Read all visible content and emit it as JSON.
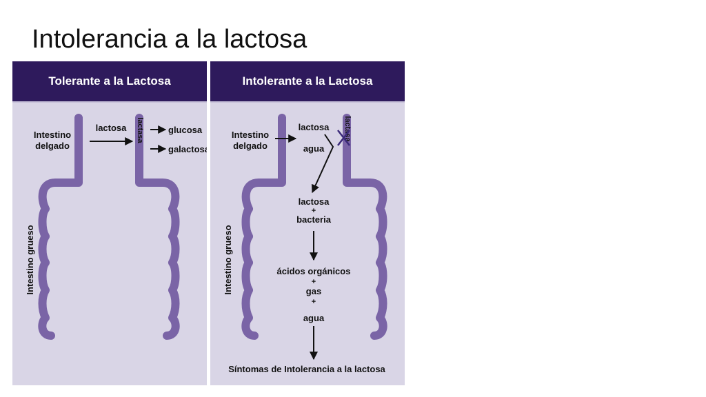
{
  "slide": {
    "title": "Intolerancia a la lactosa"
  },
  "colors": {
    "header_bg": "#2e1a5c",
    "panel_bg": "#d9d5e6",
    "intestine_wall": "#7a64a6",
    "arrow": "#111111",
    "cross": "#3b2a7a"
  },
  "left_panel": {
    "header": "Tolerante a la Lactosa",
    "small_intestine_label_1": "Intestino",
    "small_intestine_label_2": "delgado",
    "large_intestine_label": "Intestino grueso",
    "input": "lactosa",
    "enzyme": "lactasa",
    "product_1": "glucosa",
    "product_2": "galactosa"
  },
  "right_panel": {
    "header": "Intolerante a la Lactosa",
    "small_intestine_label_1": "Intestino",
    "small_intestine_label_2": "delgado",
    "large_intestine_label": "Intestino grueso",
    "input_1": "lactosa",
    "input_2": "agua",
    "enzyme": "lactasa",
    "step1_a": "lactosa",
    "step1_plus": "+",
    "step1_b": "bacteria",
    "step2_a": "ácidos orgánicos",
    "step2_plus1": "+",
    "step2_b": "gas",
    "step2_plus2": "+",
    "step2_c": "agua",
    "result": "Síntomas de Intolerancia a la lactosa"
  }
}
